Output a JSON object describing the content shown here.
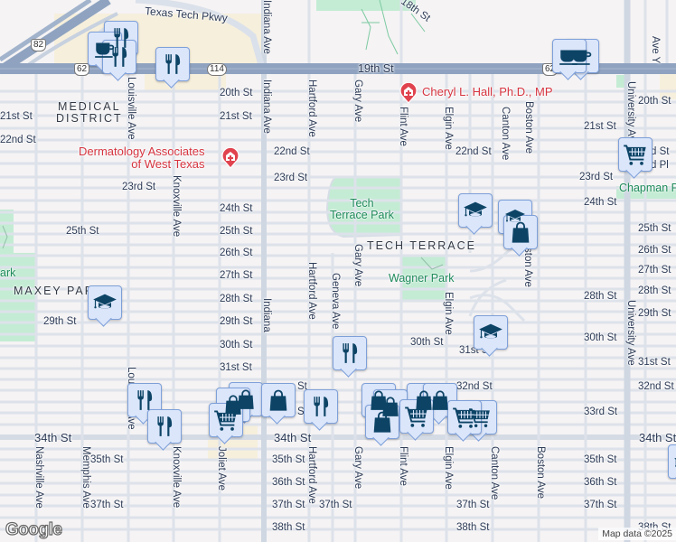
{
  "map": {
    "attribution": "Map data ©2025",
    "logo": "Google",
    "colors": {
      "background": "#f5f3f4",
      "street": "#dde2ea",
      "highway": "#8fa3c0",
      "park": "#c4ecd4",
      "commercial": "#f6efdc",
      "marker_fill": "#dbe6fb",
      "marker_icon": "#0d4466",
      "poi_red": "#d6343f",
      "park_text": "#1e8a5a"
    }
  },
  "highways": [
    {
      "label": "Texas Tech Pkwy"
    },
    {
      "label": "19th St"
    },
    {
      "label": "82",
      "type": "us-shield"
    },
    {
      "label": "62",
      "type": "us-shield"
    },
    {
      "label": "114",
      "type": "state-shield"
    },
    {
      "label": "62",
      "type": "us-shield"
    }
  ],
  "districts": [
    {
      "label": "MEDICAL\nDISTRICT"
    },
    {
      "label": "TECH TERRACE"
    },
    {
      "label": "MAXEY PARK"
    }
  ],
  "parks": [
    {
      "label": "Tech\nTerrace Park"
    },
    {
      "label": "Wagner Park"
    },
    {
      "label": "ark"
    },
    {
      "label": "Chapman P"
    }
  ],
  "places": [
    {
      "name": "Cheryl L. Hall, Ph.D., MP",
      "icon": "medical-icon"
    },
    {
      "name": "Dermatology Associates\nof West Texas",
      "icon": "medical-icon"
    }
  ],
  "streets": {
    "horizontal": [
      {
        "label": "18th St"
      },
      {
        "label": "20th St"
      },
      {
        "label": "20th St"
      },
      {
        "label": "21st St"
      },
      {
        "label": "21st St"
      },
      {
        "label": "21st St"
      },
      {
        "label": "22nd St"
      },
      {
        "label": "22nd St"
      },
      {
        "label": "22nd St"
      },
      {
        "label": "d St"
      },
      {
        "label": "d Pl"
      },
      {
        "label": "23rd St"
      },
      {
        "label": "23rd St"
      },
      {
        "label": "23rd St"
      },
      {
        "label": "24th St"
      },
      {
        "label": "24th St"
      },
      {
        "label": "25th St"
      },
      {
        "label": "25th St"
      },
      {
        "label": "25th St"
      },
      {
        "label": "26th St"
      },
      {
        "label": "26th St"
      },
      {
        "label": "27th St"
      },
      {
        "label": "27th St"
      },
      {
        "label": "28th St"
      },
      {
        "label": "28th St"
      },
      {
        "label": "28th St"
      },
      {
        "label": "29th St"
      },
      {
        "label": "29th St"
      },
      {
        "label": "29th St"
      },
      {
        "label": "30th St"
      },
      {
        "label": "30th St"
      },
      {
        "label": "30th St"
      },
      {
        "label": "31st St"
      },
      {
        "label": "31st St"
      },
      {
        "label": "31st St"
      },
      {
        "label": "32nd St"
      },
      {
        "label": "32nd St"
      },
      {
        "label": "33rd St"
      },
      {
        "label": "34th St"
      },
      {
        "label": "34th St"
      },
      {
        "label": "34th St"
      },
      {
        "label": "35th St"
      },
      {
        "label": "35th St"
      },
      {
        "label": "35th St"
      },
      {
        "label": "36th St"
      },
      {
        "label": "36th St"
      },
      {
        "label": "37th St"
      },
      {
        "label": "37th St"
      },
      {
        "label": "37th St"
      },
      {
        "label": "37th St"
      },
      {
        "label": "37th St"
      },
      {
        "label": "38th St"
      },
      {
        "label": "38th St"
      },
      {
        "label": "38th St"
      },
      {
        "label": "St"
      },
      {
        "label": "S"
      }
    ],
    "vertical": [
      {
        "label": "Indiana Ave"
      },
      {
        "label": "Indiana Ave"
      },
      {
        "label": "Indiana"
      },
      {
        "label": "Louisville Ave"
      },
      {
        "label": "Louisville Ave"
      },
      {
        "label": "Knoxville Ave"
      },
      {
        "label": "Knoxville Ave"
      },
      {
        "label": "Hartford Ave"
      },
      {
        "label": "Hartford Ave"
      },
      {
        "label": "Hartford Ave"
      },
      {
        "label": "Gary Ave"
      },
      {
        "label": "Gary Ave"
      },
      {
        "label": "Gary Ave"
      },
      {
        "label": "Geneva Ave"
      },
      {
        "label": "Flint Ave"
      },
      {
        "label": "Flint Ave"
      },
      {
        "label": "Elgin Ave"
      },
      {
        "label": "Elgin Ave"
      },
      {
        "label": "Elgin Ave"
      },
      {
        "label": "Canton Ave"
      },
      {
        "label": "Canton Ave"
      },
      {
        "label": "Boston Ave"
      },
      {
        "label": "Boston Ave"
      },
      {
        "label": "ston Ave"
      },
      {
        "label": "University Ave"
      },
      {
        "label": "University Ave"
      },
      {
        "label": "Ave Y"
      },
      {
        "label": "Nashville Ave"
      },
      {
        "label": "Memphis Ave"
      },
      {
        "label": "Joliet Ave"
      }
    ]
  },
  "markers": [
    {
      "type": "restaurant",
      "icon": "fork-knife-icon"
    },
    {
      "type": "cafe",
      "icon": "coffee-cup-icon"
    },
    {
      "type": "restaurant",
      "icon": "fork-knife-icon"
    },
    {
      "type": "restaurant",
      "icon": "fork-knife-icon"
    },
    {
      "type": "cafe",
      "icon": "coffee-cup-icon"
    },
    {
      "type": "cafe",
      "icon": "coffee-cup-icon"
    },
    {
      "type": "grocery",
      "icon": "shopping-cart-icon"
    },
    {
      "type": "school",
      "icon": "graduation-cap-icon"
    },
    {
      "type": "school",
      "icon": "graduation-cap-icon"
    },
    {
      "type": "shopping",
      "icon": "shopping-bag-icon"
    },
    {
      "type": "school",
      "icon": "graduation-cap-icon"
    },
    {
      "type": "school",
      "icon": "graduation-cap-icon"
    },
    {
      "type": "restaurant",
      "icon": "fork-knife-icon"
    },
    {
      "type": "restaurant",
      "icon": "fork-knife-icon"
    },
    {
      "type": "restaurant",
      "icon": "fork-knife-icon"
    },
    {
      "type": "shopping",
      "icon": "shopping-bag-icon"
    },
    {
      "type": "grocery",
      "icon": "shopping-cart-icon"
    },
    {
      "type": "shopping",
      "icon": "shopping-bag-icon"
    },
    {
      "type": "restaurant",
      "icon": "fork-knife-icon"
    },
    {
      "type": "shopping",
      "icon": "shopping-bag-icon"
    },
    {
      "type": "grocery",
      "icon": "shopping-cart-icon"
    },
    {
      "type": "grocery",
      "icon": "shopping-cart-icon"
    },
    {
      "type": "school",
      "icon": "graduation-cap-icon"
    }
  ]
}
